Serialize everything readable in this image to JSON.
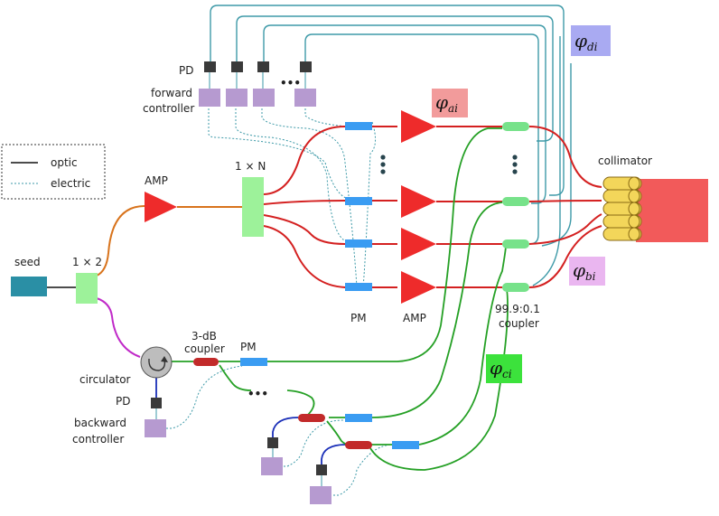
{
  "legend": {
    "optic": "optic",
    "electric": "electric"
  },
  "labels": {
    "seed": "seed",
    "splitter_1x2": "1 × 2",
    "amp_main": "AMP",
    "splitter_1xn": "1 × N",
    "pd_top": "PD",
    "forward": "forward",
    "controller_top": "controller",
    "circulator": "circulator",
    "coupler_3db_line1": "3-dB",
    "coupler_3db_line2": "coupler",
    "pm_bottom": "PM",
    "pd_bottom": "PD",
    "backward": "backward",
    "controller_bottom": "controller",
    "pm_array": "PM",
    "amp_array": "AMP",
    "coupler_ratio": "99.9:0.1",
    "coupler_word": "coupler",
    "collimator": "collimator",
    "ellipsis_top": "•••",
    "ellipsis_bottom": "•••"
  },
  "phases": {
    "phi_d": {
      "symbol": "φ",
      "sub": "di",
      "color": "#a9aaf2"
    },
    "phi_a": {
      "symbol": "φ",
      "sub": "ai",
      "color": "#f29b9b"
    },
    "phi_b": {
      "symbol": "φ",
      "sub": "bi",
      "color": "#eab6f0"
    },
    "phi_c": {
      "symbol": "φ",
      "sub": "ci",
      "color": "#3ce23c"
    }
  },
  "colors": {
    "optic_red": "#d42020",
    "optic_green": "#25a025",
    "optic_orange": "#d8731c",
    "optic_magenta": "#c02ac8",
    "optic_blue": "#1a2fb8",
    "electric": "#3e9aa8",
    "seed": "#2a8fa5",
    "splitter": "#9df29a",
    "pm": "#3a9cf2",
    "amp": "#ee2b2b",
    "pd": "#3a3a3a",
    "controller": "#b69ad0",
    "coupler_3db": "#c22a2a",
    "coupler_small": "#77e28a",
    "collimator_fiber": "#f3d65a",
    "beam": "#f25a5a"
  }
}
